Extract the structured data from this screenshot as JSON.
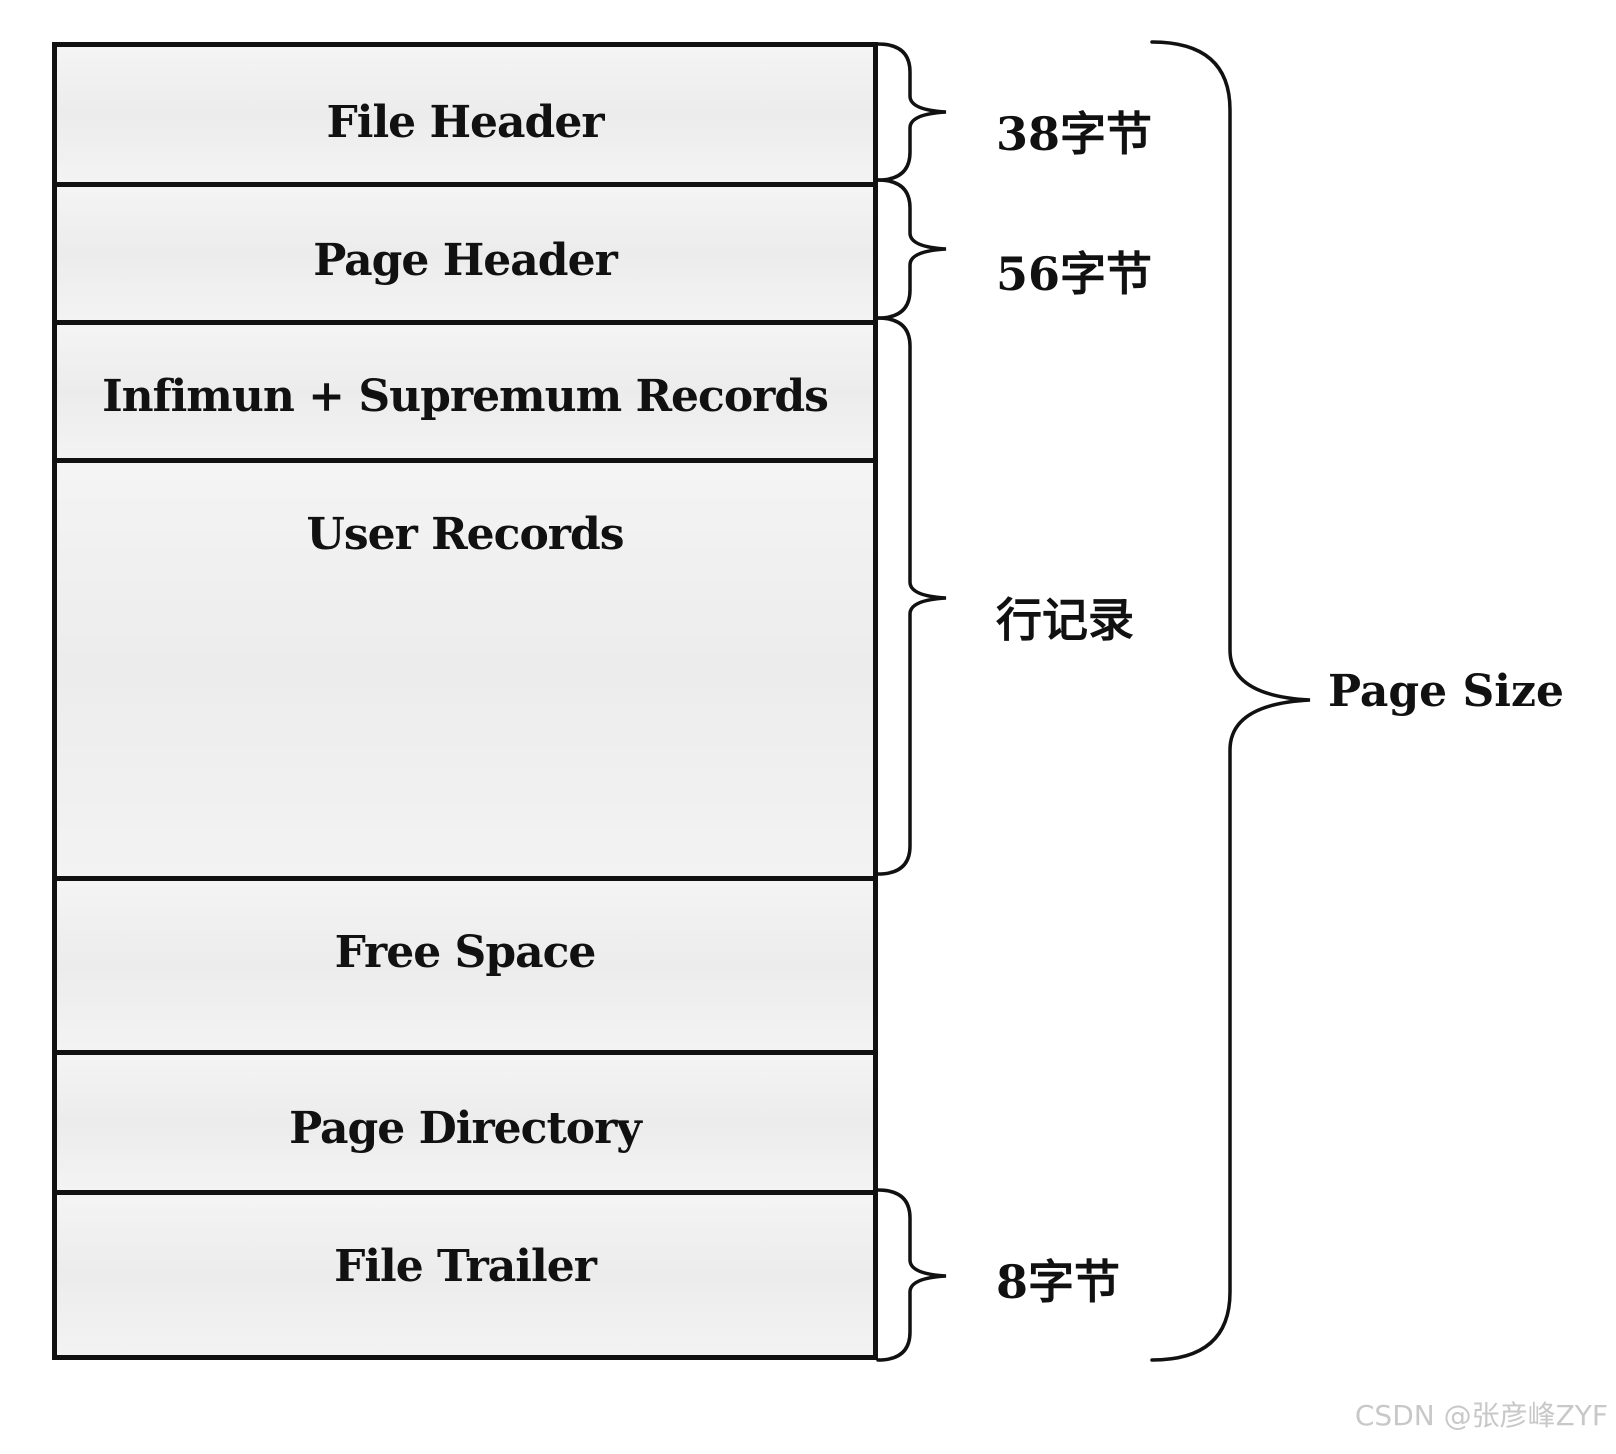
{
  "blocks": [
    {
      "name": "File Header"
    },
    {
      "name": "Page Header"
    },
    {
      "name": "Infimun + Supremum Records"
    },
    {
      "name": "User Records"
    },
    {
      "name": "Free Space"
    },
    {
      "name": "Page Directory"
    },
    {
      "name": "File Trailer"
    }
  ],
  "annotations": {
    "file_header_size": "38字节",
    "page_header_size": "56字节",
    "row_records": "行记录",
    "file_trailer_size": "8字节",
    "page_size": "Page Size"
  },
  "watermark": "CSDN @张彦峰ZYF"
}
